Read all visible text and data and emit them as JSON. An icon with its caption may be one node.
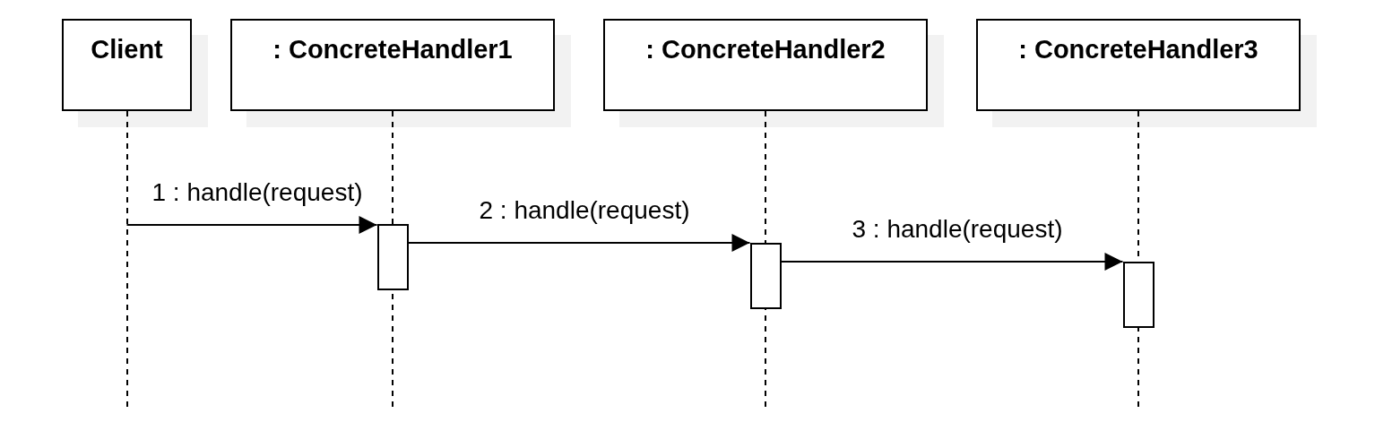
{
  "diagram": {
    "nodes": [
      {
        "text": [
          "Client"
        ]
      },
      {
        "text": [
          ": ConcreteHandler1"
        ]
      },
      {
        "text": [
          ": ConcreteHandler2"
        ]
      },
      {
        "text": [
          ": ConcreteHandler3"
        ]
      },
      {
        "text": [],
        "shape": "bar",
        "in": 1
      },
      {
        "text": [],
        "shape": "bar",
        "in": 2
      },
      {
        "text": [],
        "shape": "bar",
        "in": 3
      }
    ],
    "edges": [
      {
        "from": 0,
        "to": 4,
        "arrow": "to",
        "label": "1 : handle(request)"
      },
      {
        "from": 4,
        "to": 5,
        "arrow": "to",
        "label": "2 : handle(request)"
      },
      {
        "from": 5,
        "to": 6,
        "arrow": "to",
        "label": "3 : handle(request)"
      }
    ]
  }
}
